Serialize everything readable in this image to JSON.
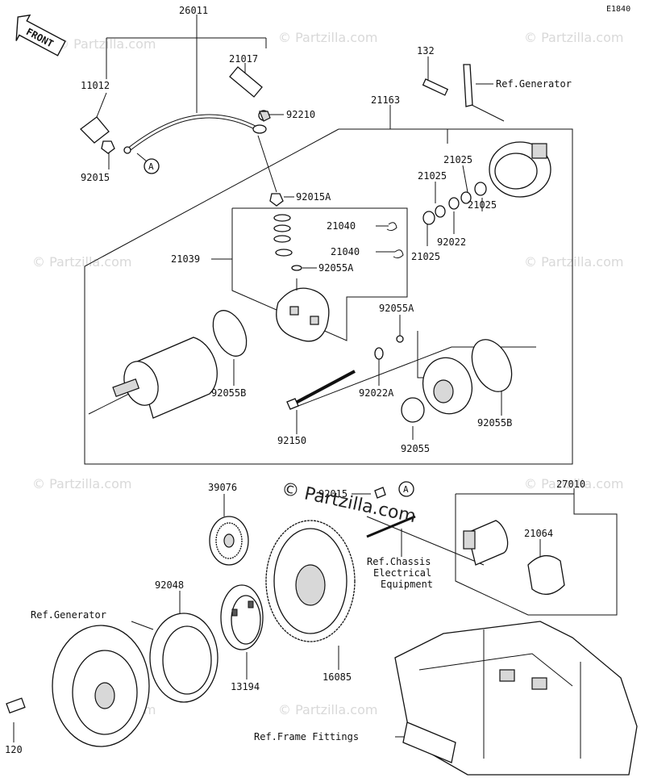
{
  "diagram": {
    "code": "E1840",
    "front_label": "FRONT",
    "callout_a": "A",
    "labels": {
      "p26011": "26011",
      "p11012": "11012",
      "p92015_top": "92015",
      "p21017": "21017",
      "p92210": "92210",
      "p132": "132",
      "ref_generator_top": "Ref.Generator",
      "p21163": "21163",
      "p92015A": "92015A",
      "p21025_a": "21025",
      "p21025_b": "21025",
      "p21025_c": "21025",
      "p21025_d": "21025",
      "p92022": "92022",
      "p21040_a": "21040",
      "p21040_b": "21040",
      "p92055A_a": "92055A",
      "p21039": "21039",
      "p92055A_b": "92055A",
      "p92055B_a": "92055B",
      "p92022A": "92022A",
      "p92055B_b": "92055B",
      "p92150": "92150",
      "p92055": "92055",
      "p39076": "39076",
      "p92015_mid": "92015",
      "p27010": "27010",
      "p21064": "21064",
      "ref_chassis_1": "Ref.Chassis",
      "ref_chassis_2": "Electrical",
      "ref_chassis_3": "Equipment",
      "p92048": "92048",
      "ref_generator_bottom": "Ref.Generator",
      "p13194": "13194",
      "p16085": "16085",
      "p120": "120",
      "ref_frame": "Ref.Frame Fittings"
    },
    "watermark": "© Partzilla.com",
    "watermark_big": "© Partzilla.com"
  }
}
